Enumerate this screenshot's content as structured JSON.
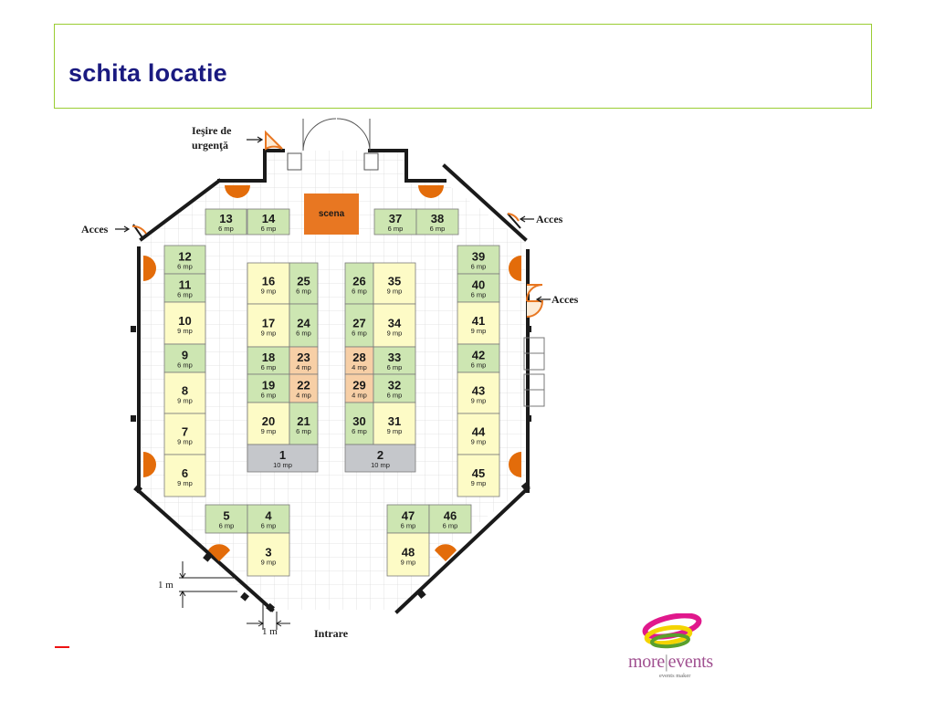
{
  "slide": {
    "title": "schita locatie"
  },
  "plan": {
    "stage_label": "scena",
    "emergency_exit_line1": "Ieşire de",
    "emergency_exit_line2": "urgenţă",
    "access_label": "Acces",
    "entrance_label": "Intrare",
    "scale_vertical": "1 m",
    "scale_horizontal": "1 m",
    "colors": {
      "booth_6mp": "#cde6b2",
      "booth_9mp": "#fdfbc6",
      "booth_4mp": "#f7cfa6",
      "booth_10mp": "#c5c7cb",
      "stage": "#e87722",
      "pillar": "#e36c0a",
      "wall": "#1a1a1a",
      "grid": "#d9d9d9"
    },
    "booths": [
      {
        "id": "13",
        "area": "6 mp"
      },
      {
        "id": "14",
        "area": "6 mp"
      },
      {
        "id": "37",
        "area": "6 mp"
      },
      {
        "id": "38",
        "area": "6 mp"
      },
      {
        "id": "12",
        "area": "6 mp"
      },
      {
        "id": "11",
        "area": "6 mp"
      },
      {
        "id": "10",
        "area": "9 mp"
      },
      {
        "id": "9",
        "area": "6 mp"
      },
      {
        "id": "8",
        "area": "9 mp"
      },
      {
        "id": "7",
        "area": "9 mp"
      },
      {
        "id": "6",
        "area": "9 mp"
      },
      {
        "id": "39",
        "area": "6 mp"
      },
      {
        "id": "40",
        "area": "6 mp"
      },
      {
        "id": "41",
        "area": "9 mp"
      },
      {
        "id": "42",
        "area": "6 mp"
      },
      {
        "id": "43",
        "area": "9 mp"
      },
      {
        "id": "44",
        "area": "9 mp"
      },
      {
        "id": "45",
        "area": "9 mp"
      },
      {
        "id": "16",
        "area": "9 mp"
      },
      {
        "id": "25",
        "area": "6 mp"
      },
      {
        "id": "17",
        "area": "9 mp"
      },
      {
        "id": "24",
        "area": "6 mp"
      },
      {
        "id": "18",
        "area": "6 mp"
      },
      {
        "id": "23",
        "area": "4 mp"
      },
      {
        "id": "19",
        "area": "6 mp"
      },
      {
        "id": "22",
        "area": "4 mp"
      },
      {
        "id": "20",
        "area": "9 mp"
      },
      {
        "id": "21",
        "area": "6 mp"
      },
      {
        "id": "1",
        "area": "10 mp"
      },
      {
        "id": "26",
        "area": "6 mp"
      },
      {
        "id": "35",
        "area": "9 mp"
      },
      {
        "id": "27",
        "area": "6 mp"
      },
      {
        "id": "34",
        "area": "9 mp"
      },
      {
        "id": "28",
        "area": "4 mp"
      },
      {
        "id": "33",
        "area": "6 mp"
      },
      {
        "id": "29",
        "area": "4 mp"
      },
      {
        "id": "32",
        "area": "6 mp"
      },
      {
        "id": "30",
        "area": "6 mp"
      },
      {
        "id": "31",
        "area": "9 mp"
      },
      {
        "id": "2",
        "area": "10 mp"
      },
      {
        "id": "5",
        "area": "6 mp"
      },
      {
        "id": "4",
        "area": "6 mp"
      },
      {
        "id": "3",
        "area": "9 mp"
      },
      {
        "id": "47",
        "area": "6 mp"
      },
      {
        "id": "46",
        "area": "6 mp"
      },
      {
        "id": "48",
        "area": "9 mp"
      }
    ]
  },
  "logo": {
    "brand_left": "more",
    "separator": "|",
    "brand_right": "events",
    "tagline": "events maker"
  }
}
